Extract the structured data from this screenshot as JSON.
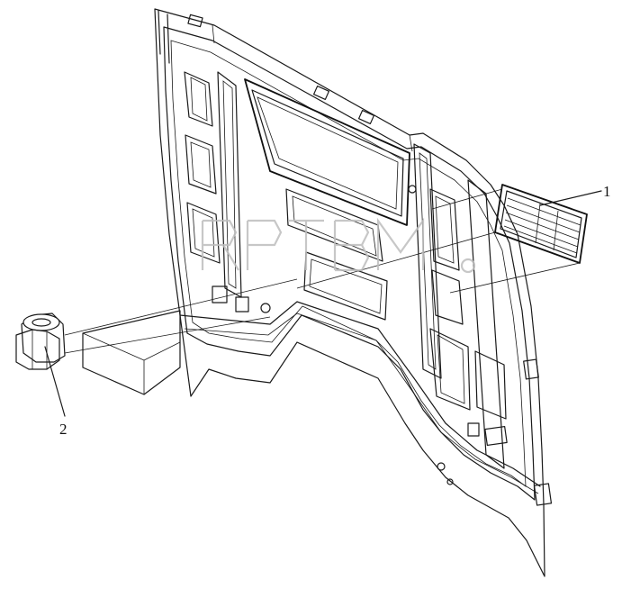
{
  "callouts": [
    {
      "id": "1",
      "label": "1"
    },
    {
      "id": "2",
      "label": "2"
    }
  ],
  "colors": {
    "line": "#1a1a1a",
    "background": "#ffffff",
    "watermark": "#bdbdbd"
  }
}
